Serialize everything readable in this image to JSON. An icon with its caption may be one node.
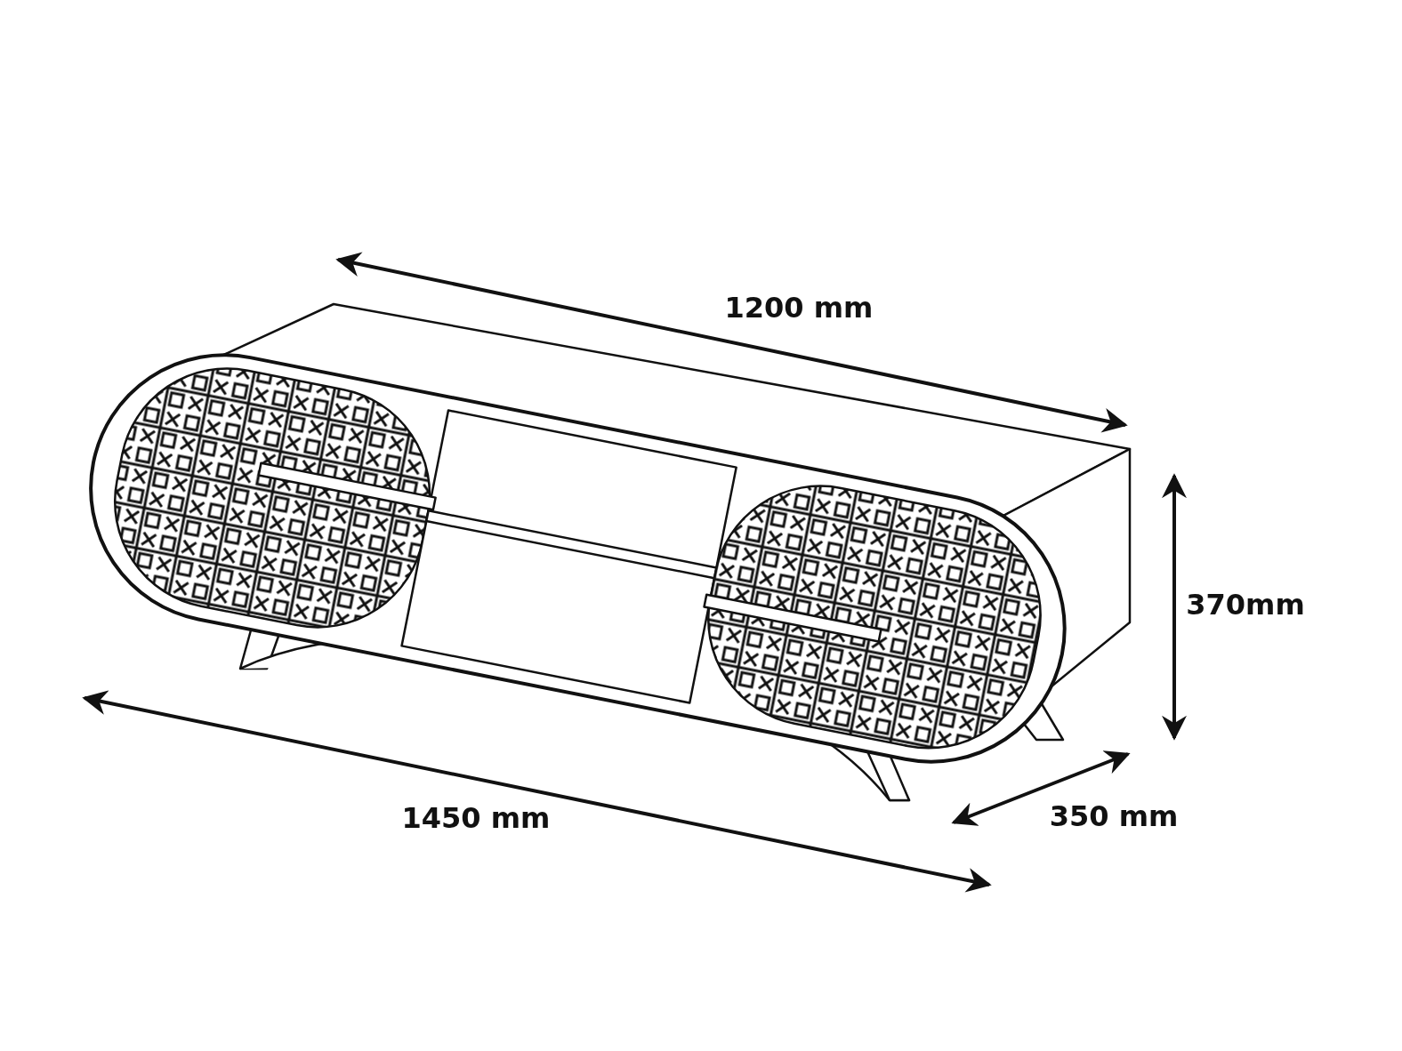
{
  "diagram": {
    "labels": [
      "1200 mm",
      "370mm",
      "1450 mm",
      "350 mm"
    ]
  }
}
